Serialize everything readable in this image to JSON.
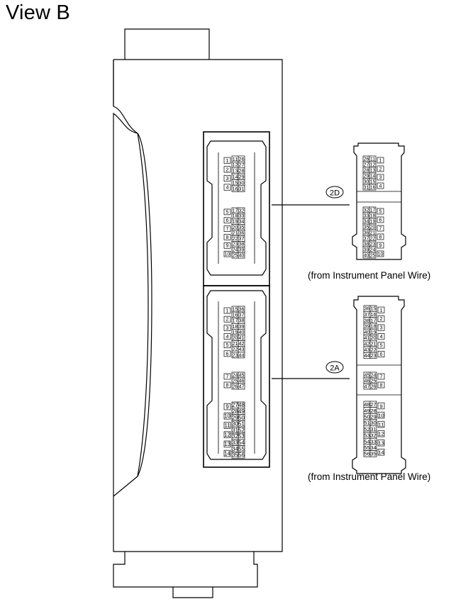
{
  "title": "View B",
  "connector_2D": {
    "label": "2D",
    "caption": "(from Instrument Panel Wire)",
    "upper": {
      "left": [
        "1",
        "2",
        "3",
        "4"
      ],
      "right": [
        [
          "11",
          "26"
        ],
        [
          "12",
          "27"
        ],
        [
          "13",
          "28"
        ],
        [
          "14",
          "29"
        ],
        [
          "15",
          "30"
        ],
        [
          "16",
          "31"
        ]
      ]
    },
    "lower": {
      "left": [
        "5",
        "6",
        "7",
        "8",
        "9",
        "10"
      ],
      "right": [
        [
          "17",
          "32"
        ],
        [
          "18",
          "33"
        ],
        [
          "19",
          "34"
        ],
        [
          "20",
          "35"
        ],
        [
          "21",
          "36"
        ],
        [
          "22",
          "37"
        ],
        [
          "23",
          "38"
        ],
        [
          "24",
          "39"
        ],
        [
          "25",
          "40"
        ]
      ]
    }
  },
  "connector_2A": {
    "label": "2A",
    "caption": "(from Instrument Panel Wire)",
    "upper": {
      "left": [
        "1",
        "2",
        "3",
        "4",
        "5",
        "6"
      ],
      "right": [
        [
          "15",
          "36"
        ],
        [
          "16",
          "37"
        ],
        [
          "17",
          "38"
        ],
        [
          "18",
          "39"
        ],
        [
          "19",
          "40"
        ],
        [
          "20",
          "41"
        ],
        [
          "21",
          "42"
        ],
        [
          "22",
          "43"
        ],
        [
          "23",
          "44"
        ]
      ]
    },
    "middle": {
      "left": [
        "7",
        "8"
      ],
      "right": [
        [
          "24",
          "45"
        ],
        [
          "25",
          "46"
        ],
        [
          "26",
          "47"
        ]
      ]
    },
    "lower": {
      "left": [
        "9",
        "10",
        "11",
        "12",
        "13",
        "14"
      ],
      "right": [
        [
          "27",
          "48"
        ],
        [
          "28",
          "49"
        ],
        [
          "29",
          "50"
        ],
        [
          "30",
          "51"
        ],
        [
          "31",
          "52"
        ],
        [
          "32",
          "53"
        ],
        [
          "33",
          "54"
        ],
        [
          "34",
          "55"
        ],
        [
          "35",
          "56"
        ]
      ]
    }
  }
}
